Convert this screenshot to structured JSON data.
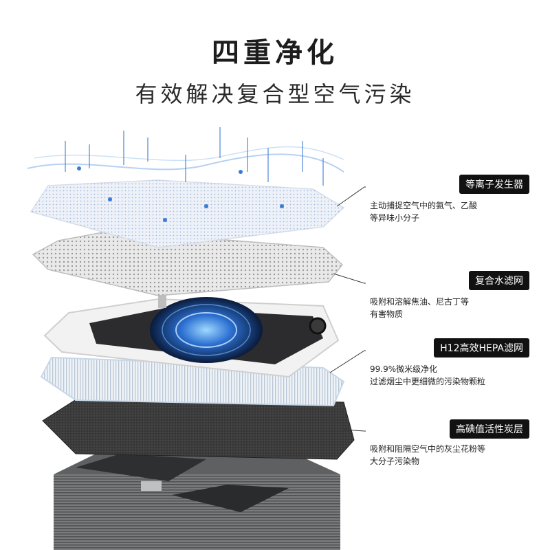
{
  "header": {
    "title": "四重净化",
    "subtitle": "有效解决复合型空气污染"
  },
  "layers": [
    {
      "label": "等离子发生器",
      "desc_line1": "主动捕捉空气中的氨气、乙酸",
      "desc_line2": "等异味小分子"
    },
    {
      "label": "复合水滤网",
      "desc_line1": "吸附和溶解焦油、尼古丁等",
      "desc_line2": "有害物质"
    },
    {
      "label": "H12高效HEPA滤网",
      "desc_line1": "99.9%微米级净化",
      "desc_line2": "过滤烟尘中更细微的污染物颗粒"
    },
    {
      "label": "高碘值活性炭层",
      "desc_line1": "吸附和阻隔空气中的灰尘花粉等",
      "desc_line2": "大分子污染物"
    }
  ],
  "colors": {
    "label_bg": "#111111",
    "plasma_blue": "#3a7bd5",
    "carbon_gray": "#3c3c3c",
    "body_gray": "#6d6e70"
  },
  "icons": [
    "plasma-generator-layer",
    "water-filter-layer",
    "fan-tray",
    "hepa-filter-layer",
    "carbon-filter-layer",
    "purifier-body"
  ]
}
